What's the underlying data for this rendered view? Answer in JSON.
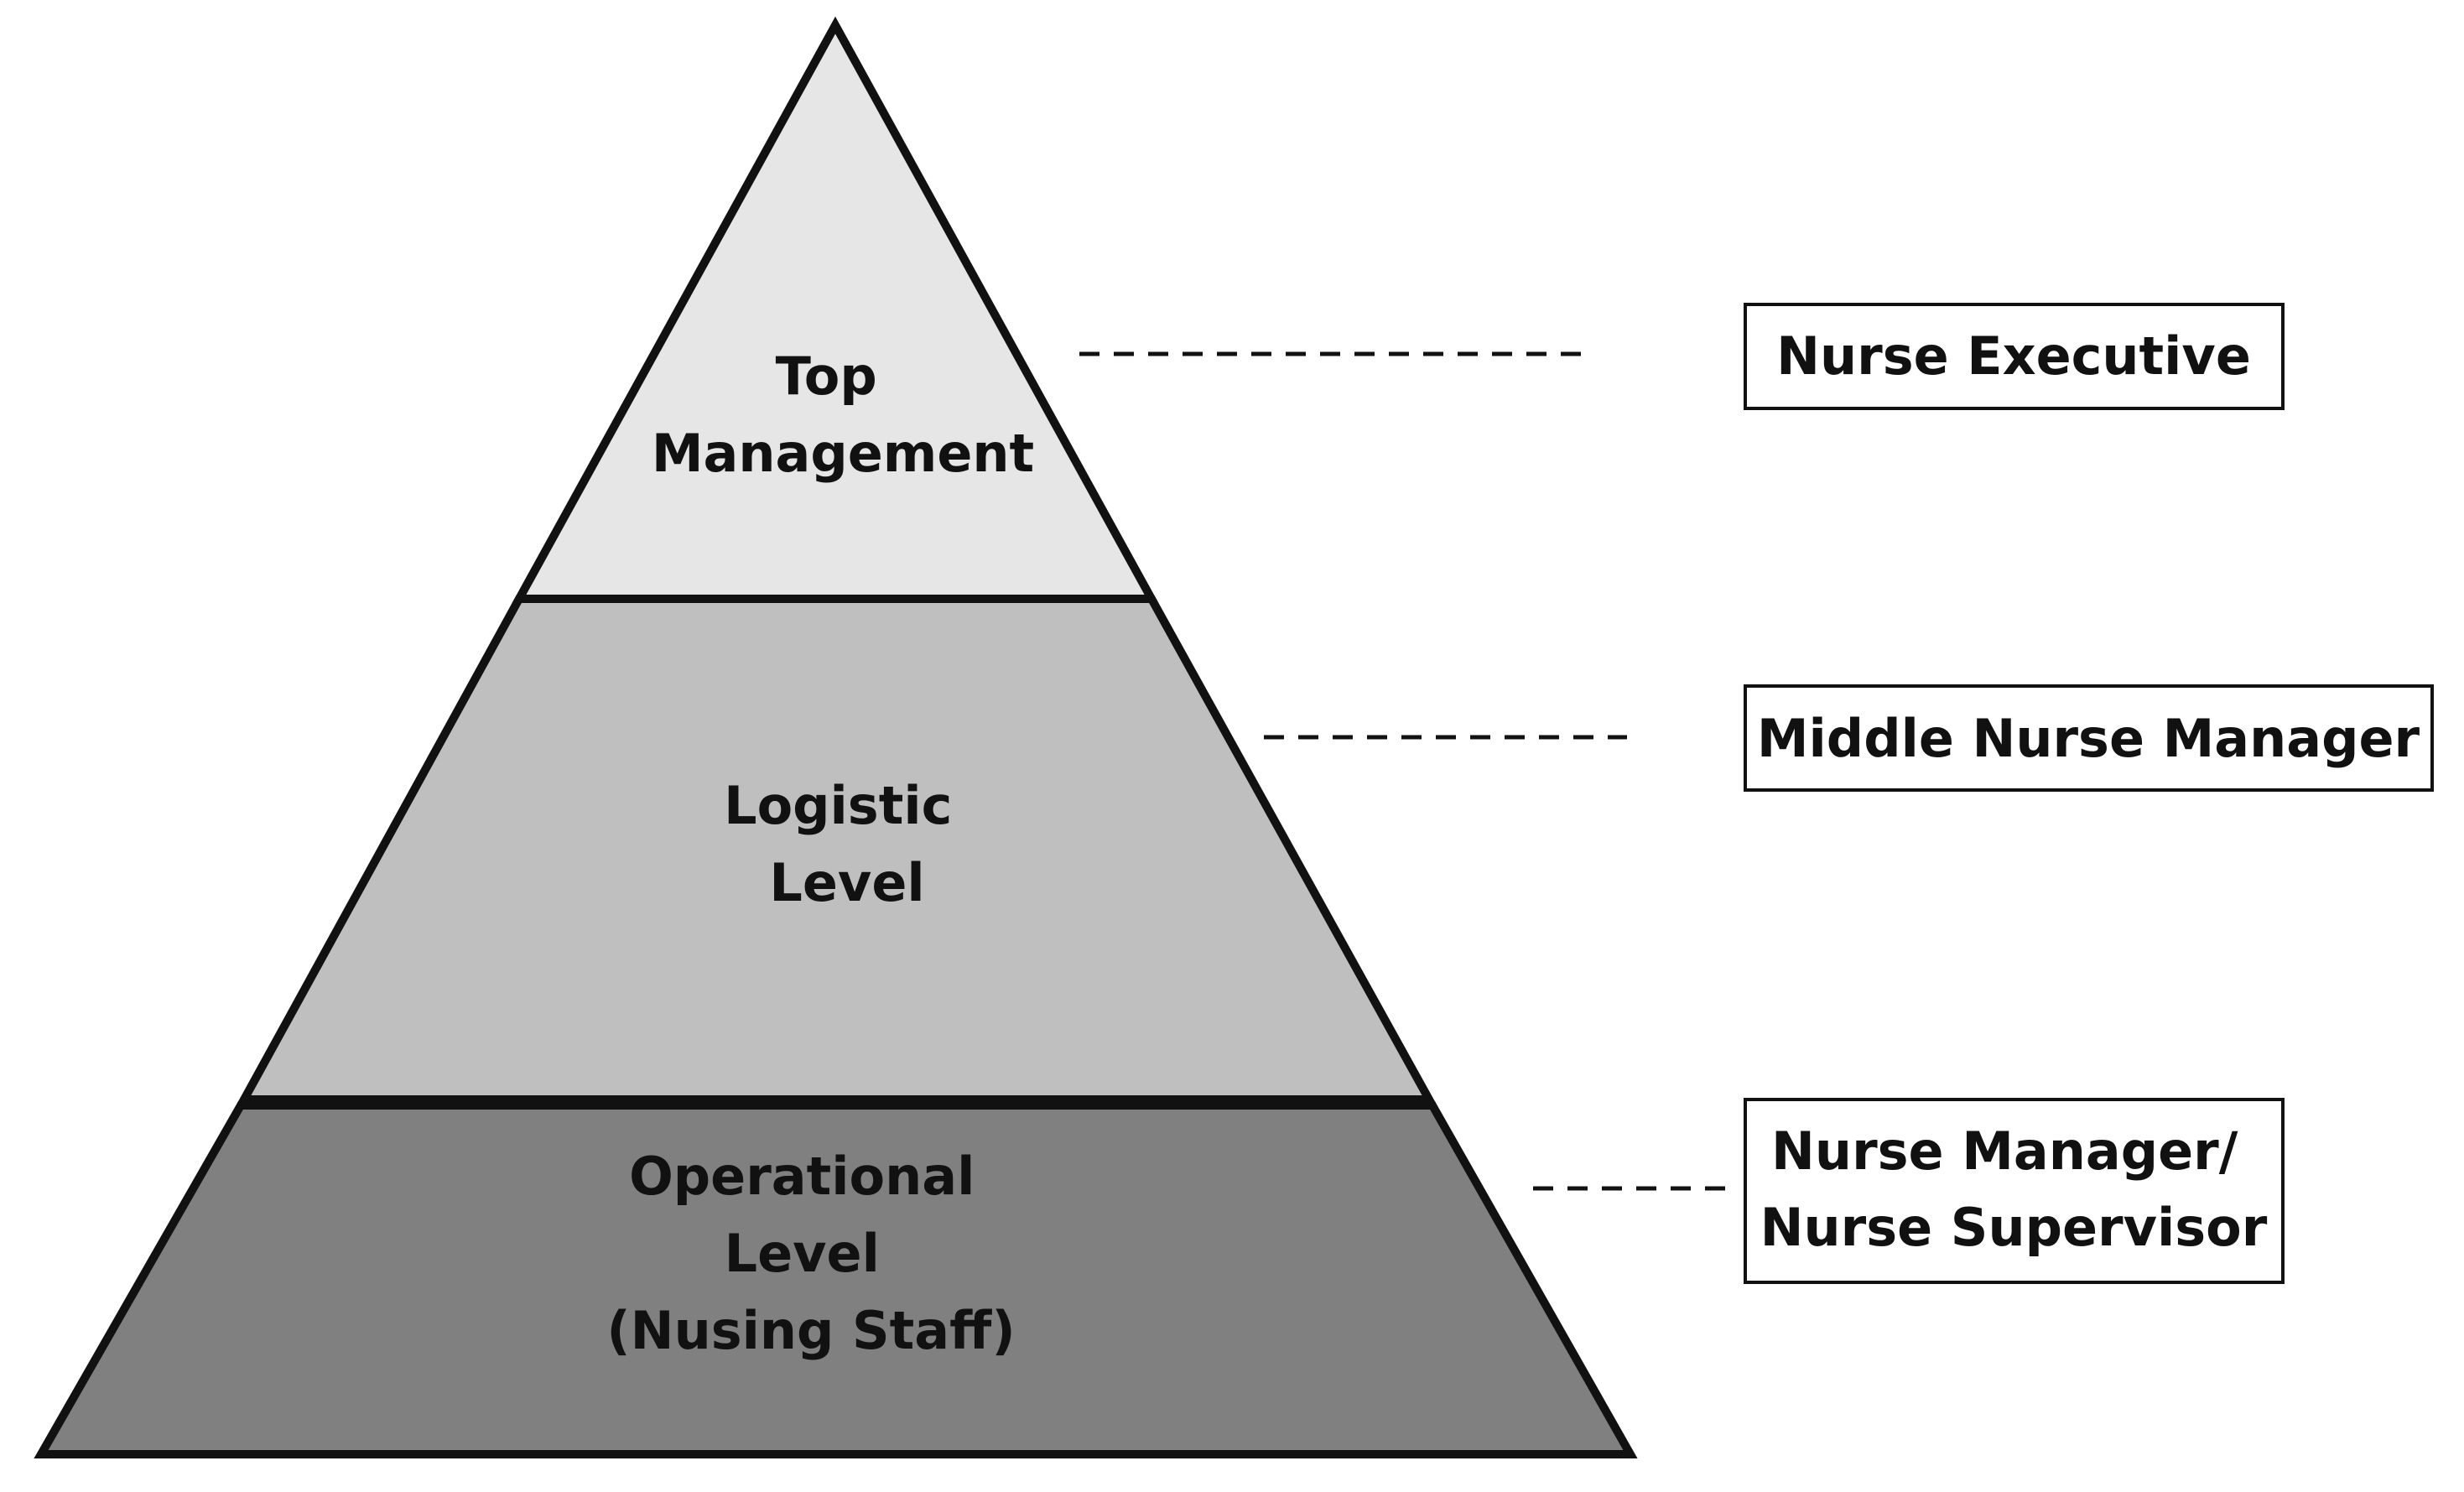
{
  "tiers": [
    {
      "id": "top",
      "lines": [
        "Top",
        "Management"
      ],
      "fill": "#e6e6e6"
    },
    {
      "id": "logistic",
      "lines": [
        "Logistic",
        "Level"
      ],
      "fill": "#bfbfbf"
    },
    {
      "id": "operational",
      "lines": [
        "Operational",
        "Level",
        "(Nusing Staff)"
      ],
      "fill": "#808080"
    }
  ],
  "roles": [
    {
      "id": "executive",
      "lines": [
        "Nurse Executive"
      ]
    },
    {
      "id": "middle",
      "lines": [
        "Middle Nurse Manager"
      ]
    },
    {
      "id": "manager",
      "lines": [
        "Nurse Manager/",
        "Nurse Supervisor"
      ]
    }
  ],
  "colors": {
    "outline": "#111111",
    "background": "#ffffff"
  }
}
